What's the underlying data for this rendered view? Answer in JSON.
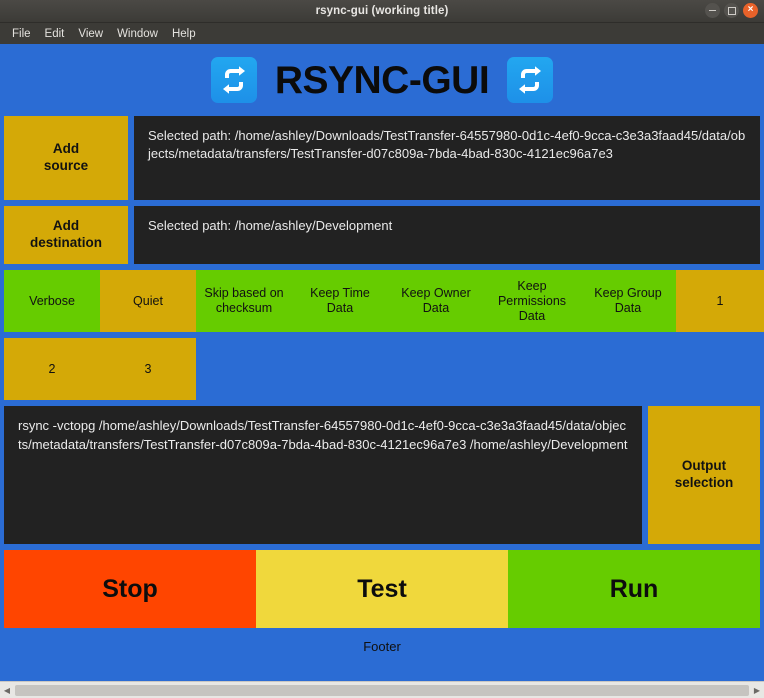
{
  "window": {
    "title": "rsync-gui (working title)",
    "controls": [
      {
        "name": "minimize",
        "label": "–"
      },
      {
        "name": "maximize",
        "label": "□"
      },
      {
        "name": "close",
        "label": "×"
      }
    ]
  },
  "menubar": {
    "items": [
      "File",
      "Edit",
      "View",
      "Window",
      "Help"
    ]
  },
  "banner": {
    "title": "RSYNC-GUI",
    "left_icon": "sync-arrows-icon",
    "right_icon": "sync-arrows-icon"
  },
  "source": {
    "button_label": "Add\nsource",
    "path_text": "Selected path: /home/ashley/Downloads/TestTransfer-64557980-0d1c-4ef0-9cca-c3e3a3faad45/data/objects/metadata/transfers/TestTransfer-d07c809a-7bda-4bad-830c-4121ec96a7e3"
  },
  "destination": {
    "button_label": "Add\ndestination",
    "path_text": "Selected path: /home/ashley/Development"
  },
  "options": {
    "row1": [
      {
        "label": "Verbose",
        "state": "on",
        "width": 96
      },
      {
        "label": "Quiet",
        "state": "off",
        "width": 96
      },
      {
        "label": "Skip based on\nchecksum",
        "state": "on",
        "width": 96
      },
      {
        "label": "Keep Time\nData",
        "state": "on",
        "width": 96
      },
      {
        "label": "Keep Owner\nData",
        "state": "on",
        "width": 96
      },
      {
        "label": "Keep\nPermissions\nData",
        "state": "on",
        "width": 96
      },
      {
        "label": "Keep Group\nData",
        "state": "on",
        "width": 96
      },
      {
        "label": "1",
        "state": "off",
        "width": 88
      }
    ],
    "row2": [
      {
        "label": "2",
        "state": "off",
        "width": 96
      },
      {
        "label": "3",
        "state": "off",
        "width": 96
      }
    ]
  },
  "command": {
    "text": "rsync -vctopg /home/ashley/Downloads/TestTransfer-64557980-0d1c-4ef0-9cca-c3e3a3faad45/data/objects/metadata/transfers/TestTransfer-d07c809a-7bda-4bad-830c-4121ec96a7e3 /home/ashley/Development",
    "output_selection_label": "Output\nselection"
  },
  "actions": [
    {
      "label": "Stop",
      "color": "#ff4500"
    },
    {
      "label": "Test",
      "color": "#f0d83c"
    },
    {
      "label": "Run",
      "color": "#66cc00"
    }
  ],
  "footer": {
    "text": "Footer"
  },
  "colors": {
    "app_background": "#2b6cd4",
    "gold": "#d4a907",
    "green": "#66cc00",
    "dark_panel": "#222222",
    "stop": "#ff4500",
    "test": "#f0d83c",
    "run": "#66cc00"
  }
}
